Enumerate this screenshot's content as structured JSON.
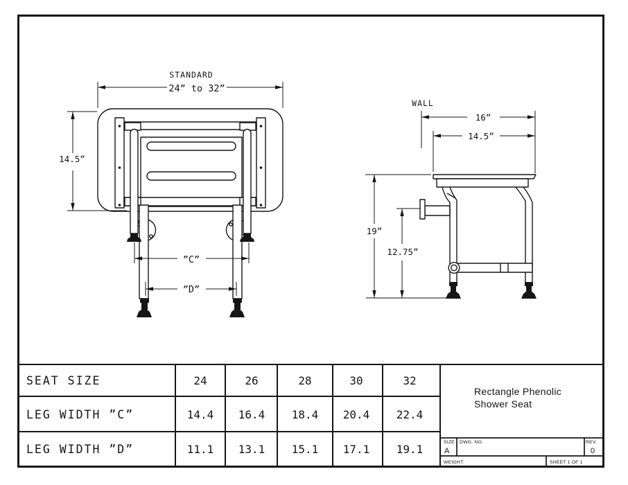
{
  "front_view": {
    "standard": "STANDARD",
    "range": "24” to 32”",
    "height": "14.5”",
    "c": "”C”",
    "d": "”D”"
  },
  "side_view": {
    "wall": "WALL",
    "overall_depth": "16”",
    "seat_depth": "14.5”",
    "height": "19”",
    "bracket_height": "12.75”"
  },
  "table": {
    "rows": [
      {
        "label": "SEAT SIZE",
        "values": [
          "24",
          "26",
          "28",
          "30",
          "32"
        ]
      },
      {
        "label": "LEG WIDTH ”C”",
        "values": [
          "14.4",
          "16.4",
          "18.4",
          "20.4",
          "22.4"
        ]
      },
      {
        "label": "LEG WIDTH ”D”",
        "values": [
          "11.1",
          "13.1",
          "15.1",
          "17.1",
          "19.1"
        ]
      }
    ]
  },
  "title_block": {
    "title_line1": "Rectangle Phenolic",
    "title_line2": "Shower Seat",
    "size_label": "SIZE",
    "size_value": "A",
    "dwg_no_label": "DWG. NO.",
    "rev_label": "REV.",
    "rev_value": "0",
    "weight_label": "WEIGHT:",
    "sheet_label": "SHEET 1 OF 1"
  }
}
